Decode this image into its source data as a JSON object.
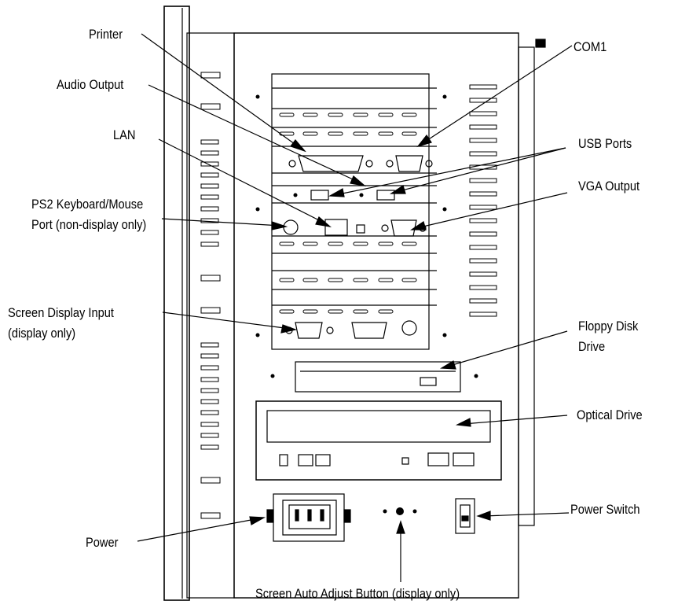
{
  "labels": {
    "printer": "Printer",
    "audio_output": "Audio Output",
    "lan": "LAN",
    "ps2_line1": "PS2 Keyboard/Mouse",
    "ps2_line2": "Port (non-display only)",
    "screen_display_line1": "Screen Display Input",
    "screen_display_line2": "(display only)",
    "power": "Power",
    "com1": "COM1",
    "usb_ports": "USB Ports",
    "vga_output": "VGA Output",
    "floppy_line1": "Floppy Disk",
    "floppy_line2": "Drive",
    "optical_drive": "Optical Drive",
    "power_switch": "Power Switch",
    "auto_adjust": "Screen Auto Adjust Button (display only)"
  }
}
